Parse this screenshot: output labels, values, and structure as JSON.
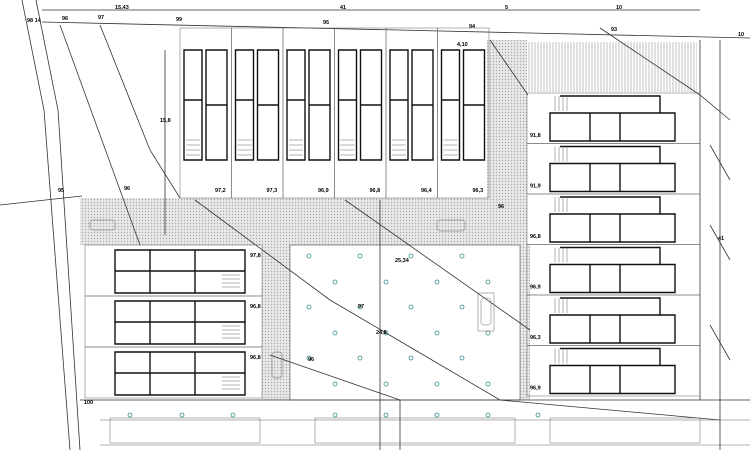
{
  "drawing": {
    "dimensions": [
      "15,43",
      "41",
      "5",
      "10"
    ],
    "boundary_labels": [
      "98 14",
      "96",
      "97",
      "99",
      "95",
      "94",
      "93",
      "10"
    ],
    "top_row_levels": [
      "97,2",
      "97,3",
      "96,9",
      "96,8",
      "96,4",
      "96,3"
    ],
    "right_row_levels": [
      "91,8",
      "91,9",
      "96,8",
      "96,9",
      "96,3",
      "96,9"
    ],
    "left_row_levels": [
      "97,8",
      "96,8",
      "96,8"
    ],
    "misc_labels": [
      "15,8",
      "95",
      "96",
      "96",
      "4,10",
      "25,34",
      "97",
      "24,8",
      "96",
      "41",
      "100"
    ],
    "tree_color": "#3a8f8f"
  }
}
